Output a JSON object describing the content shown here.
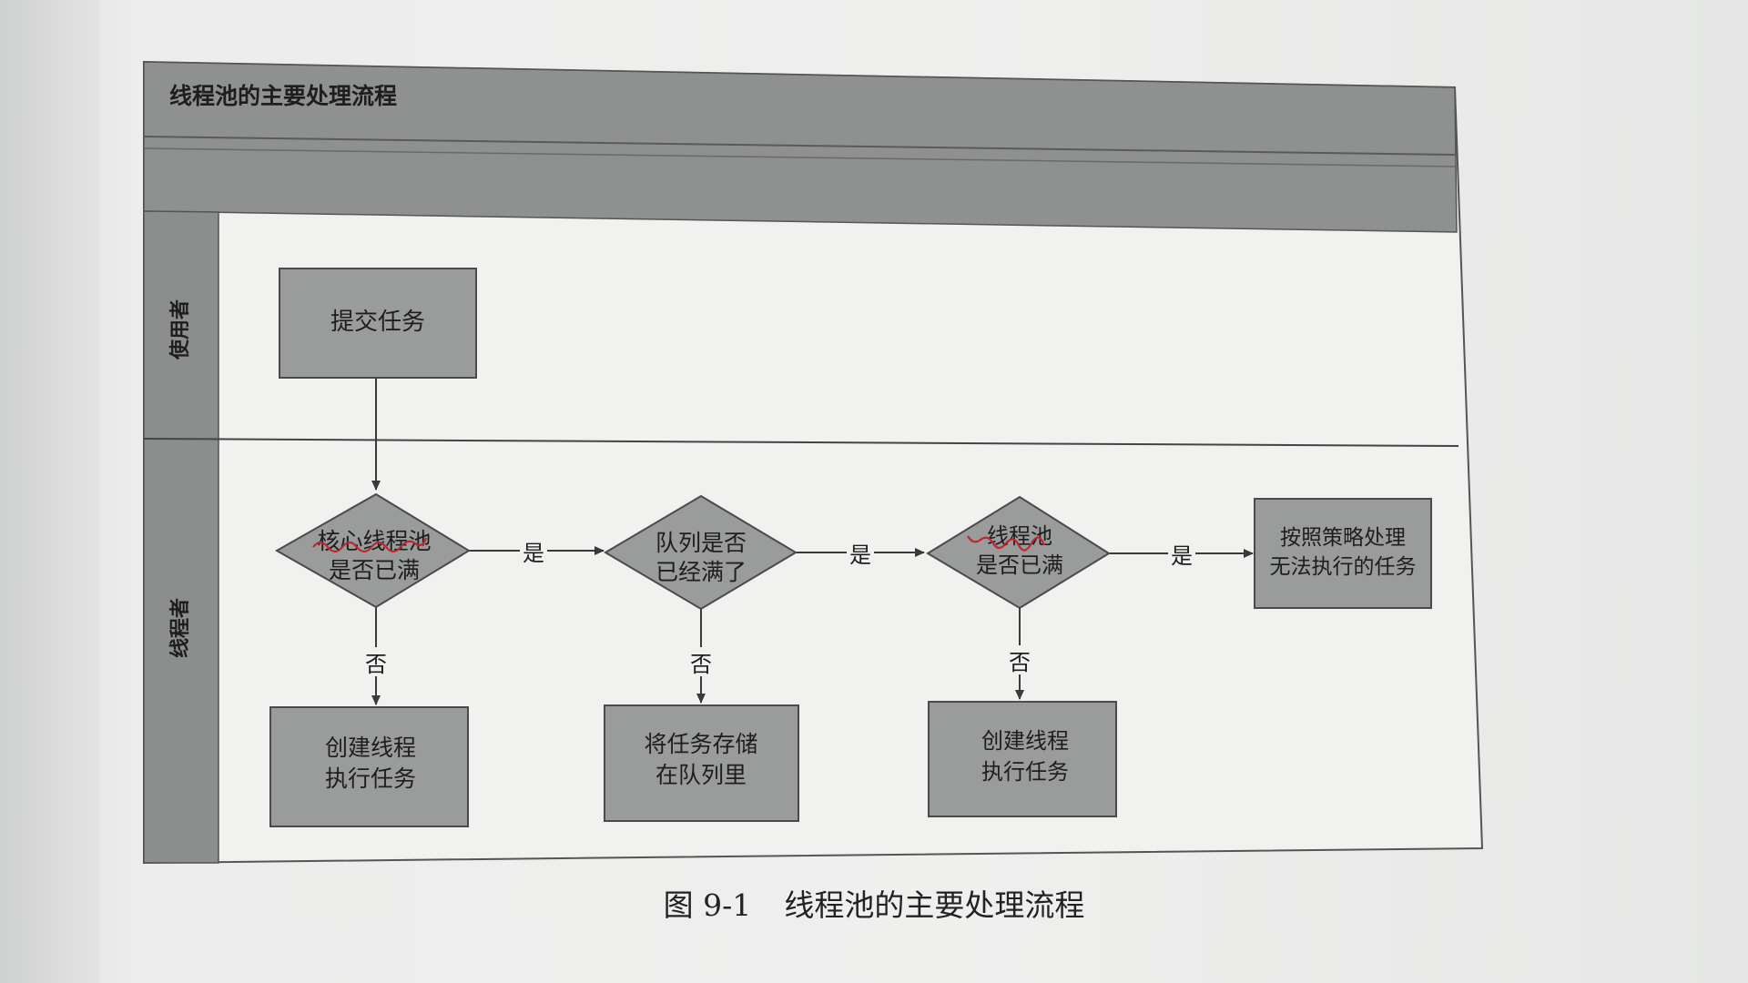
{
  "diagram": {
    "title": "线程池的主要处理流程",
    "lanes": [
      {
        "id": "user",
        "label": "使用者"
      },
      {
        "id": "pool",
        "label": "线程者"
      }
    ],
    "nodes": [
      {
        "id": "submit",
        "shape": "rect",
        "lane": "user",
        "lines": [
          "提交任务"
        ]
      },
      {
        "id": "core_full",
        "shape": "diamond",
        "lane": "pool",
        "lines": [
          "核心线程池",
          "是否已满"
        ]
      },
      {
        "id": "queue_full",
        "shape": "diamond",
        "lane": "pool",
        "lines": [
          "队列是否",
          "已经满了"
        ]
      },
      {
        "id": "pool_full",
        "shape": "diamond",
        "lane": "pool",
        "lines": [
          "线程池",
          "是否已满"
        ]
      },
      {
        "id": "reject",
        "shape": "rect",
        "lane": "pool",
        "lines": [
          "按照策略处理",
          "无法执行的任务"
        ]
      },
      {
        "id": "create_core",
        "shape": "rect",
        "lane": "pool",
        "lines": [
          "创建线程",
          "执行任务"
        ]
      },
      {
        "id": "enqueue",
        "shape": "rect",
        "lane": "pool",
        "lines": [
          "将任务存储",
          "在队列里"
        ]
      },
      {
        "id": "create_thread",
        "shape": "rect",
        "lane": "pool",
        "lines": [
          "创建线程",
          "执行任务"
        ]
      }
    ],
    "edges": [
      {
        "from": "submit",
        "to": "core_full",
        "label": ""
      },
      {
        "from": "core_full",
        "to": "queue_full",
        "label": "是"
      },
      {
        "from": "queue_full",
        "to": "pool_full",
        "label": "是"
      },
      {
        "from": "pool_full",
        "to": "reject",
        "label": "是"
      },
      {
        "from": "core_full",
        "to": "create_core",
        "label": "否"
      },
      {
        "from": "queue_full",
        "to": "enqueue",
        "label": "否"
      },
      {
        "from": "pool_full",
        "to": "create_thread",
        "label": "否"
      }
    ]
  },
  "caption": {
    "figure_number": "图 9-1",
    "text": "线程池的主要处理流程"
  },
  "colors": {
    "header": "#8f9090",
    "lane_band": "#8c8d8d",
    "node_fill": "#9a9b9b",
    "node_stroke": "#4a4a4a",
    "panel": "#f1f1f0",
    "annotation": "#c0262d"
  }
}
